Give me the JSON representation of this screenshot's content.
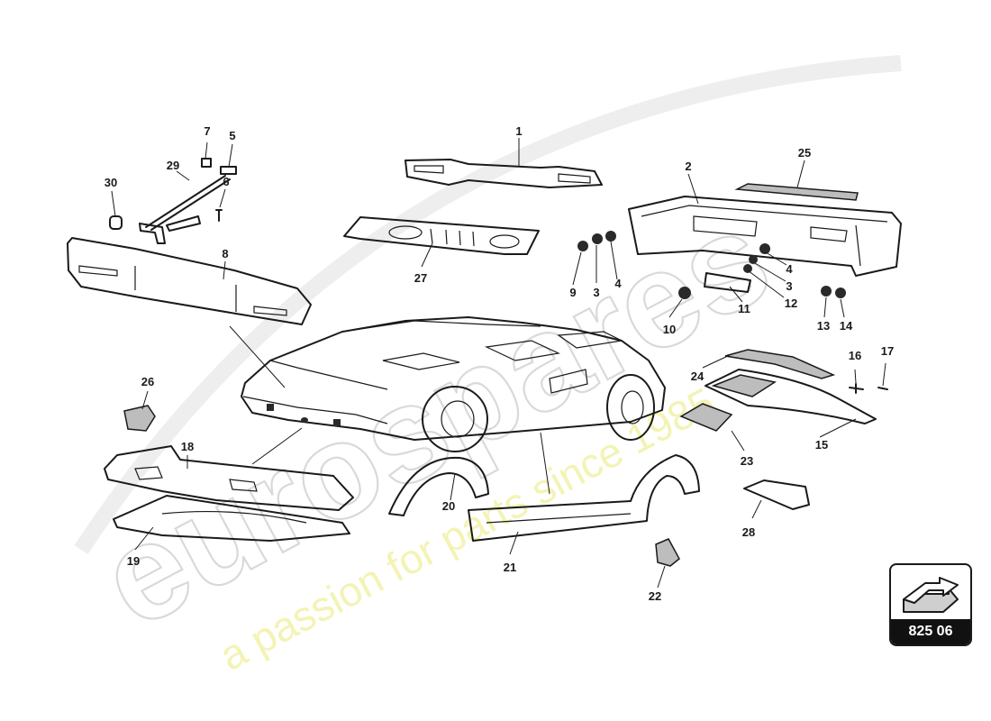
{
  "diagram": {
    "reference_code": "825 06",
    "part_labels": [
      {
        "id": "1",
        "text": "1"
      },
      {
        "id": "2",
        "text": "2"
      },
      {
        "id": "3a",
        "text": "3"
      },
      {
        "id": "3b",
        "text": "3"
      },
      {
        "id": "4a",
        "text": "4"
      },
      {
        "id": "4b",
        "text": "4"
      },
      {
        "id": "5",
        "text": "5"
      },
      {
        "id": "6",
        "text": "6"
      },
      {
        "id": "7",
        "text": "7"
      },
      {
        "id": "8",
        "text": "8"
      },
      {
        "id": "9",
        "text": "9"
      },
      {
        "id": "10",
        "text": "10"
      },
      {
        "id": "11",
        "text": "11"
      },
      {
        "id": "12",
        "text": "12"
      },
      {
        "id": "13",
        "text": "13"
      },
      {
        "id": "14",
        "text": "14"
      },
      {
        "id": "15",
        "text": "15"
      },
      {
        "id": "16",
        "text": "16"
      },
      {
        "id": "17",
        "text": "17"
      },
      {
        "id": "18",
        "text": "18"
      },
      {
        "id": "19",
        "text": "19"
      },
      {
        "id": "20",
        "text": "20"
      },
      {
        "id": "21",
        "text": "21"
      },
      {
        "id": "22",
        "text": "22"
      },
      {
        "id": "23",
        "text": "23"
      },
      {
        "id": "24",
        "text": "24"
      },
      {
        "id": "25",
        "text": "25"
      },
      {
        "id": "26",
        "text": "26"
      },
      {
        "id": "27",
        "text": "27"
      },
      {
        "id": "28",
        "text": "28"
      },
      {
        "id": "29",
        "text": "29"
      },
      {
        "id": "30",
        "text": "30"
      }
    ]
  },
  "watermark": {
    "brand": "eurospares",
    "tagline": "a passion for parts since 1985"
  },
  "colors": {
    "line": "#1a1a1a",
    "watermark_brand": "#d9d9d9",
    "watermark_tagline": "#f3f3b5",
    "badge": "#111111"
  }
}
